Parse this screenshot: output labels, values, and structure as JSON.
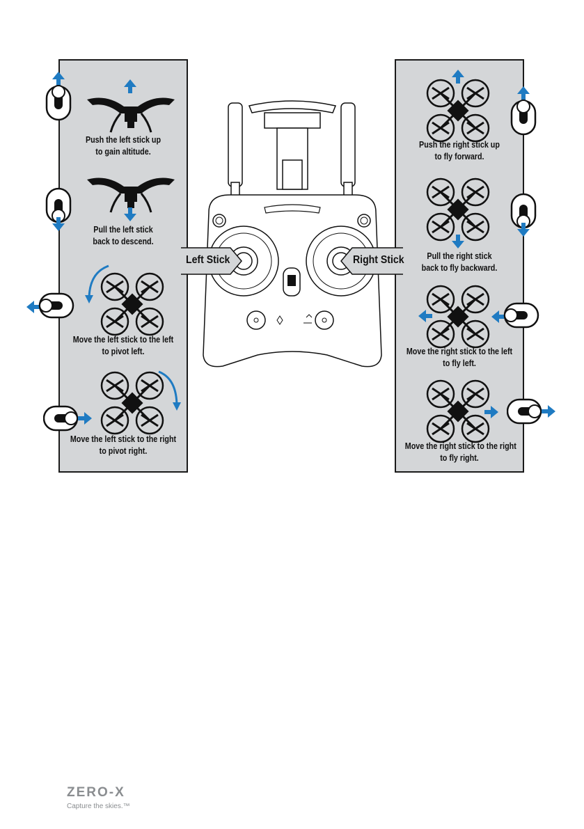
{
  "left_panel": {
    "steps": [
      {
        "line1": "Push the left stick up",
        "line2": "to gain altitude."
      },
      {
        "line1": "Pull the left stick",
        "line2": "back to descend."
      },
      {
        "line1": "Move the left stick to the left",
        "line2": "to pivot left."
      },
      {
        "line1": "Move the left stick to the right",
        "line2": "to pivot right."
      }
    ]
  },
  "right_panel": {
    "steps": [
      {
        "line1": "Push the right stick up",
        "line2": "to fly forward."
      },
      {
        "line1": "Pull the right stick",
        "line2": "back to fly backward."
      },
      {
        "line1": "Move the right stick to the left",
        "line2": "to fly left."
      },
      {
        "line1": "Move the right stick to the right",
        "line2": "to fly right."
      }
    ]
  },
  "controller": {
    "left_label": "Left Stick",
    "right_label": "Right Stick"
  },
  "footer": {
    "brand": "ZERO-X",
    "tagline": "Capture the skies.™"
  },
  "colors": {
    "panel_bg": "#d4d6d8",
    "arrow_blue": "#1f7bc2",
    "outline": "#1a1a1a"
  }
}
